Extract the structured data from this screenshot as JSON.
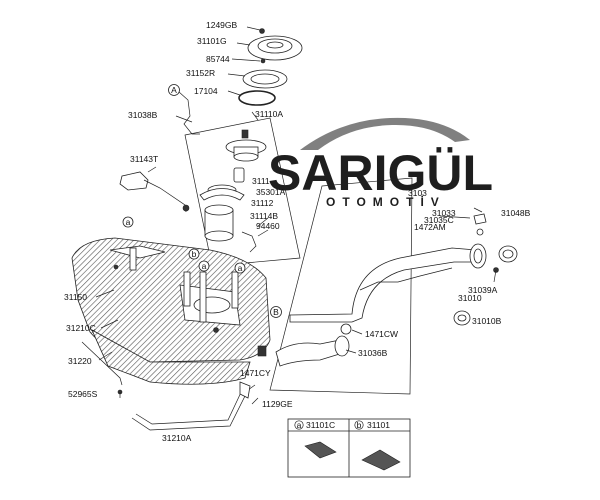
{
  "watermark": {
    "brand": "SARIGÜL",
    "tagline": "OTOMOTİV"
  },
  "callouts": [
    {
      "id": "1249GB",
      "text": "1249GB"
    },
    {
      "id": "31101G",
      "text": "31101G"
    },
    {
      "id": "85744",
      "text": "85744"
    },
    {
      "id": "31152R",
      "text": "31152R"
    },
    {
      "id": "17104",
      "text": "17104"
    },
    {
      "id": "31110A",
      "text": "31110A"
    },
    {
      "id": "31038B",
      "text": "31038B"
    },
    {
      "id": "31143T",
      "text": "31143T"
    },
    {
      "id": "3111x",
      "text": "3111"
    },
    {
      "id": "35301A",
      "text": "35301A"
    },
    {
      "id": "31112",
      "text": "31112"
    },
    {
      "id": "31114B",
      "text": "31114B"
    },
    {
      "id": "94460",
      "text": "94460"
    },
    {
      "id": "31150",
      "text": "31150"
    },
    {
      "id": "31210C",
      "text": "31210C"
    },
    {
      "id": "31220",
      "text": "31220"
    },
    {
      "id": "52965S",
      "text": "52965S"
    },
    {
      "id": "31210A",
      "text": "31210A"
    },
    {
      "id": "1129GE",
      "text": "1129GE"
    },
    {
      "id": "1471CY",
      "text": "1471CY"
    },
    {
      "id": "1471CW",
      "text": "1471CW"
    },
    {
      "id": "31036B",
      "text": "31036B"
    },
    {
      "id": "31033",
      "text": "31033"
    },
    {
      "id": "31035C",
      "text": "31035C"
    },
    {
      "id": "1472AM",
      "text": "1472AM"
    },
    {
      "id": "31048B",
      "text": "31048B"
    },
    {
      "id": "31039A",
      "text": "31039A"
    },
    {
      "id": "31010",
      "text": "31010"
    },
    {
      "id": "31010B",
      "text": "31010B"
    },
    {
      "id": "310x",
      "text": "3103"
    }
  ],
  "markers": {
    "a": "a",
    "b": "b",
    "A": "A",
    "B": "B"
  },
  "legend": [
    {
      "marker": "a",
      "part": "31101C"
    },
    {
      "marker": "b",
      "part": "31101"
    }
  ]
}
